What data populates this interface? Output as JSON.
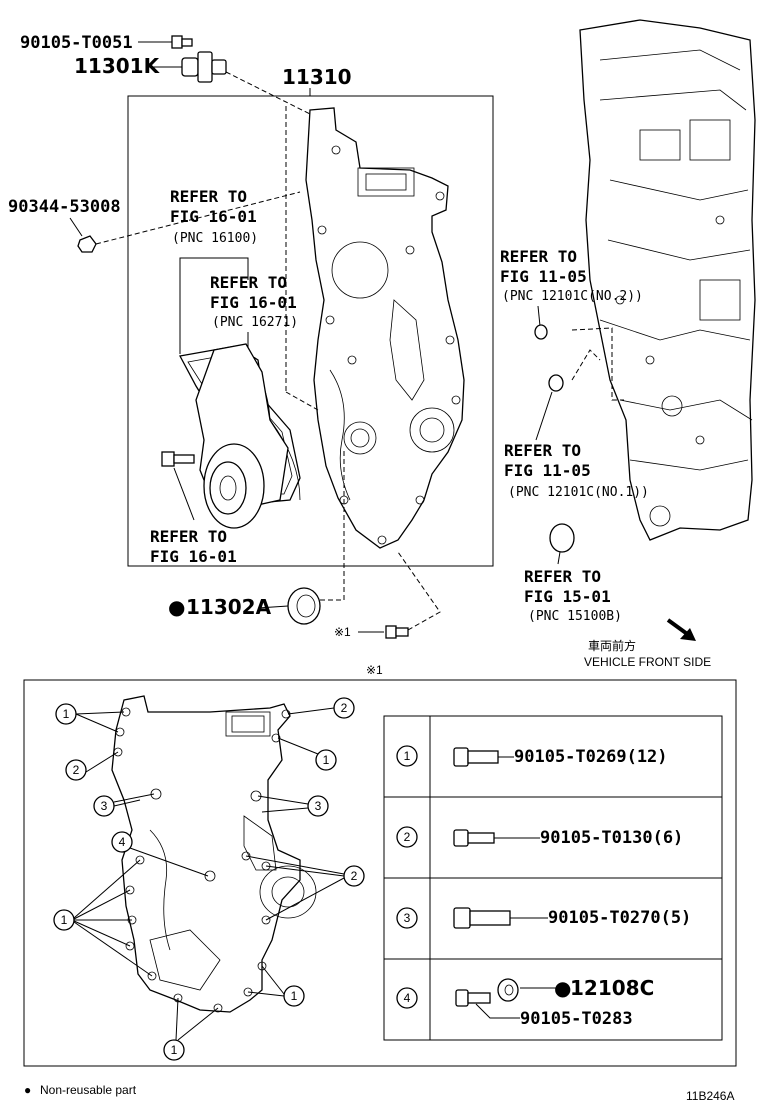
{
  "top": {
    "bolt_top": "90105-T0051",
    "sensor": "11301K",
    "cover": "11310",
    "nut": "90344-53008",
    "seal": "11302A",
    "seal_dot": "●",
    "note_mark": "※1",
    "note_mark_bottom": "※1",
    "ref1": {
      "l1": "REFER TO",
      "l2": "FIG 16-01",
      "l3": "(PNC 16100)"
    },
    "ref2": {
      "l1": "REFER TO",
      "l2": "FIG 16-01",
      "l3": "(PNC 16271)"
    },
    "ref3": {
      "l1": "REFER TO",
      "l2": "FIG 16-01"
    },
    "ref4": {
      "l1": "REFER TO",
      "l2": "FIG 11-05",
      "l3": "(PNC 12101C(NO.2))"
    },
    "ref5": {
      "l1": "REFER TO",
      "l2": "FIG 11-05",
      "l3": "(PNC 12101C(NO.1))"
    },
    "ref6": {
      "l1": "REFER TO",
      "l2": "FIG 15-01",
      "l3": "(PNC 15100B)"
    },
    "front_jp": "車両前方",
    "front_en": "VEHICLE FRONT SIDE"
  },
  "legend": [
    {
      "num": "1",
      "part": "90105-T0269(12)"
    },
    {
      "num": "2",
      "part": "90105-T0130(6)"
    },
    {
      "num": "3",
      "part": "90105-T0270(5)"
    },
    {
      "num": "4",
      "part": "12108C",
      "part2": "90105-T0283",
      "dot": "●"
    }
  ],
  "bottom_callouts": [
    "1",
    "2",
    "1",
    "2",
    "3",
    "3",
    "4",
    "2",
    "1",
    "1",
    "1"
  ],
  "footer": {
    "dot": "●",
    "note": "Non-reusable part",
    "code": "11B246A"
  }
}
